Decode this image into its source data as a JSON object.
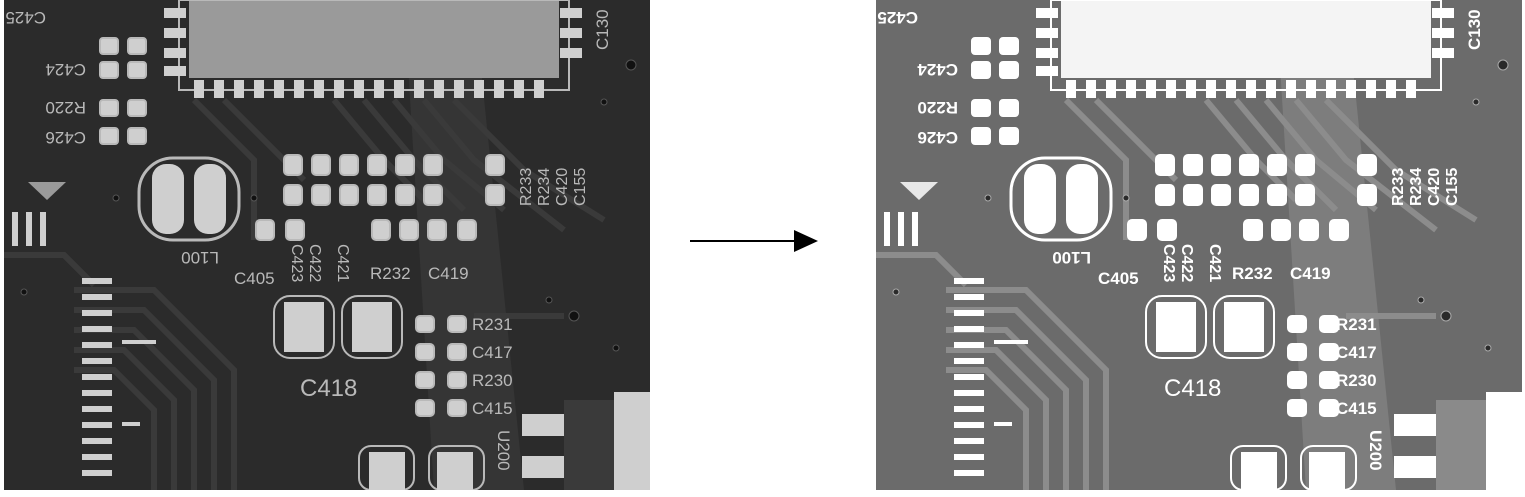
{
  "figure": {
    "panels": [
      {
        "name": "original",
        "tone": "dark"
      },
      {
        "name": "enhanced",
        "tone": "bright"
      }
    ],
    "arrow": "right-arrow",
    "colors": {
      "dark_board": "#2a2a2a",
      "dark_trace": "#333333",
      "dark_silk": "#b9b9b9",
      "dark_pad": "#cfcfcf",
      "bright_board": "#6a6a6a",
      "bright_trace": "#8a8a8a",
      "bright_silk": "#ffffff",
      "bright_pad": "#ffffff"
    }
  },
  "labels": {
    "c425": "C425",
    "c424": "C424",
    "r220": "R220",
    "c426": "C426",
    "c130": "C130",
    "r233": "R233",
    "r234": "R234",
    "c420": "C420",
    "c155": "C155",
    "l100": "L100",
    "c405": "C405",
    "c423": "C423",
    "c422": "C422",
    "c421": "C421",
    "r232": "R232",
    "c419": "C419",
    "r231": "R231",
    "c417": "C417",
    "r230": "R230",
    "c415": "C415",
    "c418": "C418",
    "u200": "U200"
  }
}
